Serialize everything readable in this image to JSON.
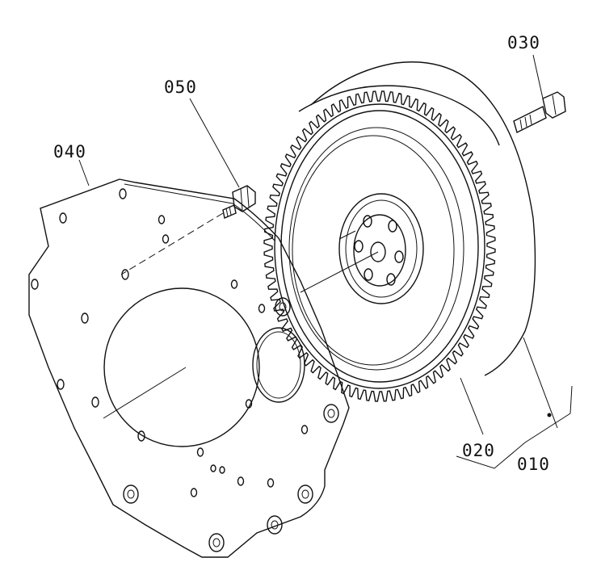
{
  "labels": {
    "flywheel_assembly": "010",
    "flywheel": "020",
    "flywheel_bolt": "030",
    "back_plate": "040",
    "plate_bolt": "050"
  }
}
